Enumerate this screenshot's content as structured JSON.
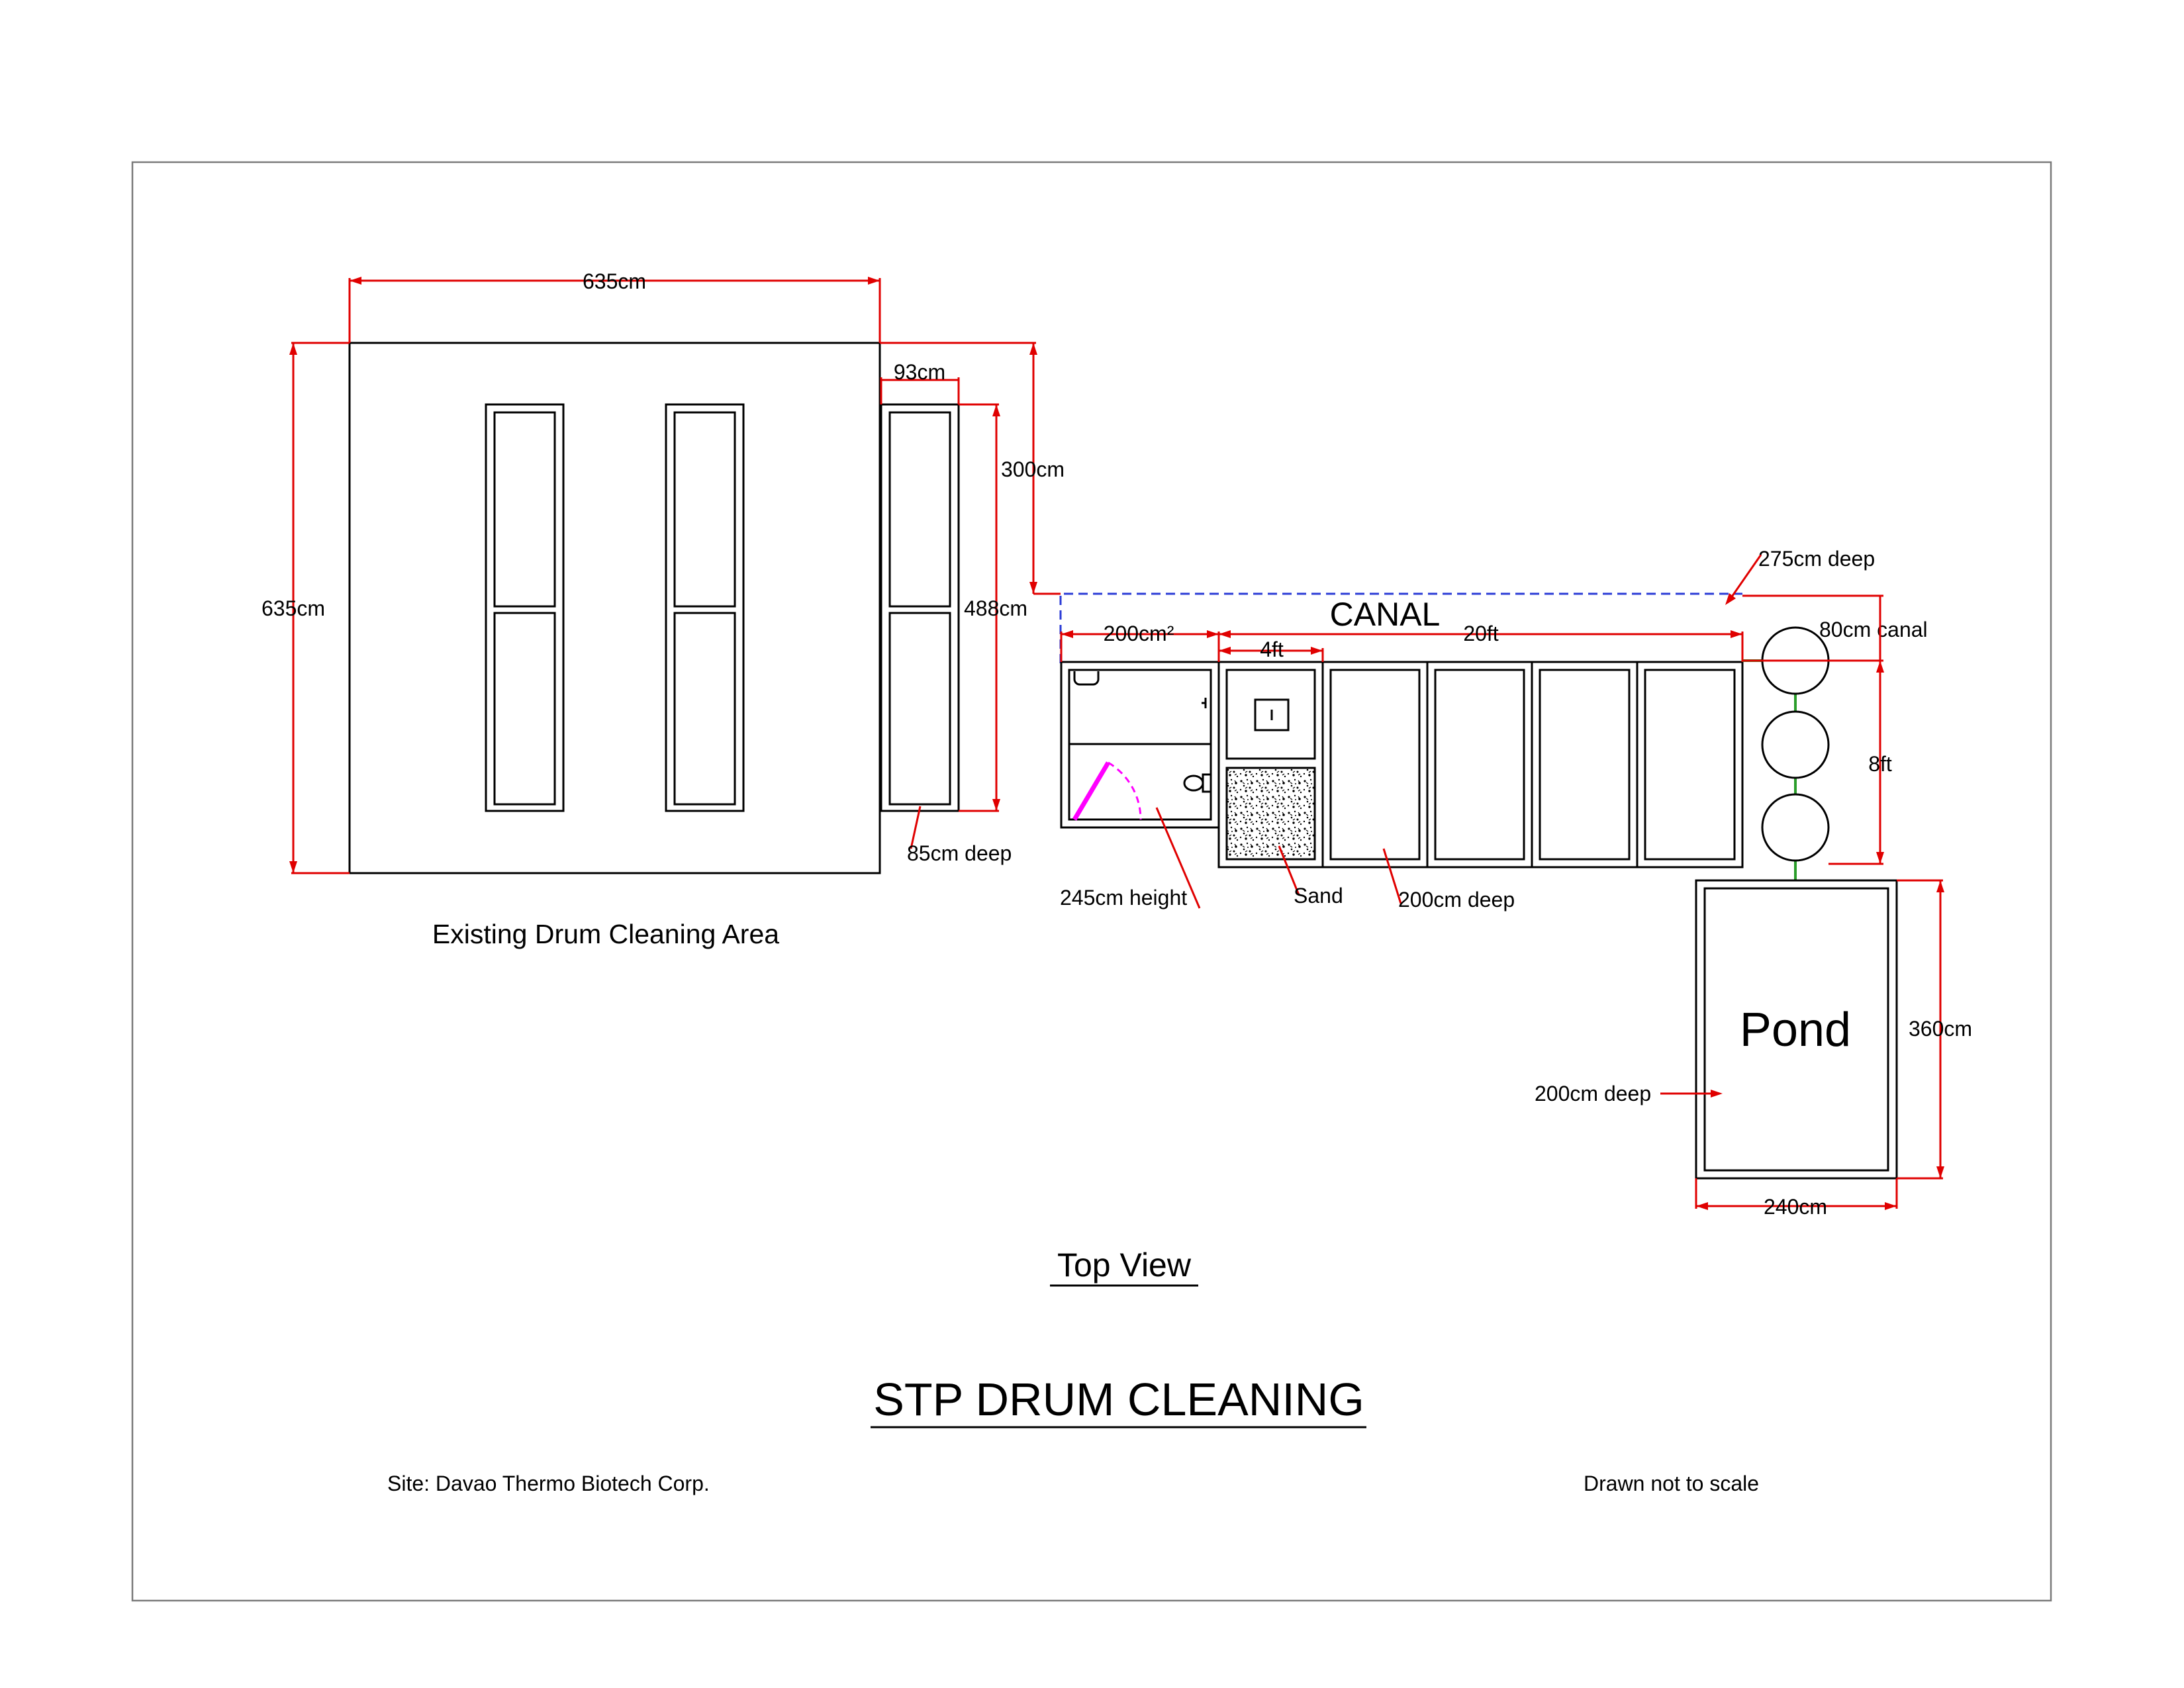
{
  "drawing": {
    "title": "STP DRUM CLEANING",
    "view_label": "Top View",
    "site_note": "Site: Davao Thermo Biotech Corp.",
    "scale_note": "Drawn not to scale"
  },
  "existing_area": {
    "label": "Existing Drum Cleaning Area",
    "width_dim": "635cm",
    "height_dim": "635cm",
    "tank_width_dim": "93cm",
    "tank_length_dim": "488cm",
    "offset_dim": "300cm",
    "tank_depth_note": "85cm deep"
  },
  "canal": {
    "label": "CANAL",
    "depth_note": "275cm deep",
    "side_note": "80cm canal"
  },
  "stp": {
    "toilet_dim": "200cm²",
    "filter_width_dim": "4ft",
    "tanks_length_dim": "20ft",
    "toilet_height_note": "245cm height",
    "sand_note": "Sand",
    "tank_depth_note": "200cm deep",
    "drums_height_dim": "8ft"
  },
  "pond": {
    "label": "Pond",
    "height_dim": "360cm",
    "width_dim": "240cm",
    "depth_note": "200cm deep"
  },
  "colors": {
    "outline": "#000000",
    "dimension": "#e00000",
    "canal_line": "#2a3bd6",
    "pipe": "#2a9d2a",
    "door": "#ff00ff"
  }
}
